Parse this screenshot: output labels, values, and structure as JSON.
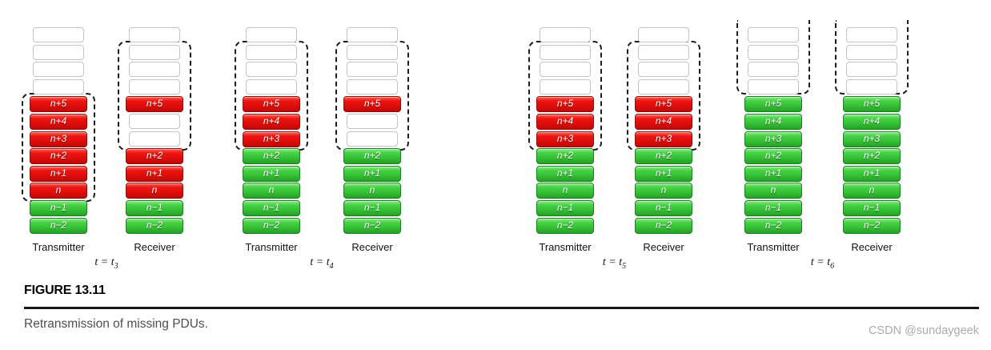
{
  "colors": {
    "missing_pdu_red": "#e00d0b",
    "received_pdu_green": "#35c235",
    "empty_slot_border": "#c4c4c4",
    "window_dash": "#1d1d1d"
  },
  "groups": [
    {
      "id": "t3",
      "time_label": {
        "base": "t = t",
        "sub": "3"
      },
      "transmitter": {
        "title": "Transmitter",
        "window_rows": [
          4,
          9
        ],
        "window_open_top": false,
        "slots": [
          {
            "label": "",
            "color": "white"
          },
          {
            "label": "",
            "color": "white"
          },
          {
            "label": "",
            "color": "white"
          },
          {
            "label": "",
            "color": "white"
          },
          {
            "label": "n+5",
            "color": "red"
          },
          {
            "label": "n+4",
            "color": "red"
          },
          {
            "label": "n+3",
            "color": "red"
          },
          {
            "label": "n+2",
            "color": "red"
          },
          {
            "label": "n+1",
            "color": "red"
          },
          {
            "label": "n",
            "color": "red"
          },
          {
            "label": "n−1",
            "color": "green"
          },
          {
            "label": "n−2",
            "color": "green"
          }
        ]
      },
      "receiver": {
        "title": "Receiver",
        "window_rows": [
          1,
          6
        ],
        "window_open_top": false,
        "slots": [
          {
            "label": "",
            "color": "white"
          },
          {
            "label": "",
            "color": "white"
          },
          {
            "label": "",
            "color": "white"
          },
          {
            "label": "",
            "color": "white"
          },
          {
            "label": "n+5",
            "color": "red"
          },
          {
            "label": "",
            "color": "white"
          },
          {
            "label": "",
            "color": "white"
          },
          {
            "label": "n+2",
            "color": "red"
          },
          {
            "label": "n+1",
            "color": "red"
          },
          {
            "label": "n",
            "color": "red"
          },
          {
            "label": "n−1",
            "color": "green"
          },
          {
            "label": "n−2",
            "color": "green"
          }
        ]
      }
    },
    {
      "id": "t4",
      "time_label": {
        "base": "t = t",
        "sub": "4"
      },
      "transmitter": {
        "title": "Transmitter",
        "window_rows": [
          1,
          6
        ],
        "window_open_top": false,
        "slots": [
          {
            "label": "",
            "color": "white"
          },
          {
            "label": "",
            "color": "white"
          },
          {
            "label": "",
            "color": "white"
          },
          {
            "label": "",
            "color": "white"
          },
          {
            "label": "n+5",
            "color": "red"
          },
          {
            "label": "n+4",
            "color": "red"
          },
          {
            "label": "n+3",
            "color": "red"
          },
          {
            "label": "n+2",
            "color": "green"
          },
          {
            "label": "n+1",
            "color": "green"
          },
          {
            "label": "n",
            "color": "green"
          },
          {
            "label": "n−1",
            "color": "green"
          },
          {
            "label": "n−2",
            "color": "green"
          }
        ]
      },
      "receiver": {
        "title": "Receiver",
        "window_rows": [
          1,
          6
        ],
        "window_open_top": false,
        "slots": [
          {
            "label": "",
            "color": "white"
          },
          {
            "label": "",
            "color": "white"
          },
          {
            "label": "",
            "color": "white"
          },
          {
            "label": "",
            "color": "white"
          },
          {
            "label": "n+5",
            "color": "red"
          },
          {
            "label": "",
            "color": "white"
          },
          {
            "label": "",
            "color": "white"
          },
          {
            "label": "n+2",
            "color": "green"
          },
          {
            "label": "n+1",
            "color": "green"
          },
          {
            "label": "n",
            "color": "green"
          },
          {
            "label": "n−1",
            "color": "green"
          },
          {
            "label": "n−2",
            "color": "green"
          }
        ]
      }
    },
    {
      "id": "t5",
      "time_label": {
        "base": "t = t",
        "sub": "5"
      },
      "transmitter": {
        "title": "Transmitter",
        "window_rows": [
          1,
          6
        ],
        "window_open_top": false,
        "slots": [
          {
            "label": "",
            "color": "white"
          },
          {
            "label": "",
            "color": "white"
          },
          {
            "label": "",
            "color": "white"
          },
          {
            "label": "",
            "color": "white"
          },
          {
            "label": "n+5",
            "color": "red"
          },
          {
            "label": "n+4",
            "color": "red"
          },
          {
            "label": "n+3",
            "color": "red"
          },
          {
            "label": "n+2",
            "color": "green"
          },
          {
            "label": "n+1",
            "color": "green"
          },
          {
            "label": "n",
            "color": "green"
          },
          {
            "label": "n−1",
            "color": "green"
          },
          {
            "label": "n−2",
            "color": "green"
          }
        ]
      },
      "receiver": {
        "title": "Receiver",
        "window_rows": [
          1,
          6
        ],
        "window_open_top": false,
        "slots": [
          {
            "label": "",
            "color": "white"
          },
          {
            "label": "",
            "color": "white"
          },
          {
            "label": "",
            "color": "white"
          },
          {
            "label": "",
            "color": "white"
          },
          {
            "label": "n+5",
            "color": "red"
          },
          {
            "label": "n+4",
            "color": "red"
          },
          {
            "label": "n+3",
            "color": "red"
          },
          {
            "label": "n+2",
            "color": "green"
          },
          {
            "label": "n+1",
            "color": "green"
          },
          {
            "label": "n",
            "color": "green"
          },
          {
            "label": "n−1",
            "color": "green"
          },
          {
            "label": "n−2",
            "color": "green"
          }
        ]
      }
    },
    {
      "id": "t6",
      "time_label": {
        "base": "t = t",
        "sub": "6"
      },
      "transmitter": {
        "title": "Transmitter",
        "window_rows": [
          0,
          3
        ],
        "window_open_top": true,
        "slots": [
          {
            "label": "",
            "color": "white"
          },
          {
            "label": "",
            "color": "white"
          },
          {
            "label": "",
            "color": "white"
          },
          {
            "label": "",
            "color": "white"
          },
          {
            "label": "n+5",
            "color": "green"
          },
          {
            "label": "n+4",
            "color": "green"
          },
          {
            "label": "n+3",
            "color": "green"
          },
          {
            "label": "n+2",
            "color": "green"
          },
          {
            "label": "n+1",
            "color": "green"
          },
          {
            "label": "n",
            "color": "green"
          },
          {
            "label": "n−1",
            "color": "green"
          },
          {
            "label": "n−2",
            "color": "green"
          }
        ]
      },
      "receiver": {
        "title": "Receiver",
        "window_rows": [
          0,
          3
        ],
        "window_open_top": true,
        "slots": [
          {
            "label": "",
            "color": "white"
          },
          {
            "label": "",
            "color": "white"
          },
          {
            "label": "",
            "color": "white"
          },
          {
            "label": "",
            "color": "white"
          },
          {
            "label": "n+5",
            "color": "green"
          },
          {
            "label": "n+4",
            "color": "green"
          },
          {
            "label": "n+3",
            "color": "green"
          },
          {
            "label": "n+2",
            "color": "green"
          },
          {
            "label": "n+1",
            "color": "green"
          },
          {
            "label": "n",
            "color": "green"
          },
          {
            "label": "n−1",
            "color": "green"
          },
          {
            "label": "n−2",
            "color": "green"
          }
        ]
      }
    }
  ],
  "figure": {
    "label": "FIGURE 13.11",
    "caption": "Retransmission of missing PDUs.",
    "watermark": "CSDN @sundaygeek"
  }
}
